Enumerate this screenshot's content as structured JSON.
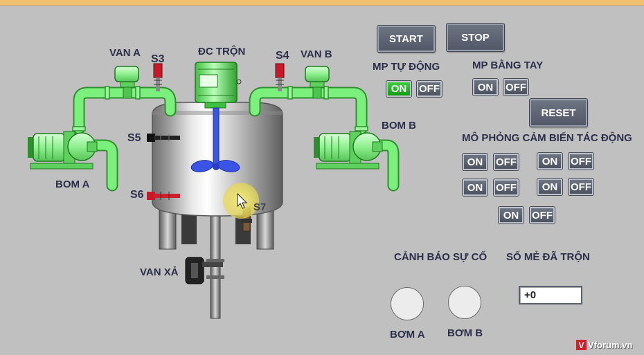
{
  "colors": {
    "background": "#c0c0c0",
    "button": "#5d6371",
    "pipe": "#7cf07c",
    "active_on": "#22b422",
    "agitator": "#3a54e6"
  },
  "equipment_labels": {
    "van_a": "VAN A",
    "s3": "S3",
    "dc_tron": "ĐC TRỘN",
    "s4": "S4",
    "van_b": "VAN B",
    "s5": "S5",
    "s6": "S6",
    "s7": "S7",
    "bom_a": "BOM A",
    "bom_b": "BOM B",
    "van_xa": "VAN XẢ"
  },
  "controls": {
    "start_label": "START",
    "stop_label": "STOP",
    "auto_mode": {
      "title": "MP TỰ ĐỘNG",
      "on_label": "ON",
      "off_label": "OFF",
      "state": "ON"
    },
    "manual_mode": {
      "title": "MP BẰNG TAY",
      "on_label": "ON",
      "off_label": "OFF"
    },
    "reset_label": "RESET"
  },
  "sensor_sim": {
    "title": "MÔ PHỎNG CẢM BIẾN TÁC ĐỘNG",
    "pairs": [
      {
        "on": "ON",
        "off": "OFF"
      },
      {
        "on": "ON",
        "off": "OFF"
      },
      {
        "on": "ON",
        "off": "OFF"
      },
      {
        "on": "ON",
        "off": "OFF"
      },
      {
        "on": "ON",
        "off": "OFF"
      }
    ]
  },
  "alarm": {
    "title": "CẢNH BÁO SỰ CỐ",
    "pump_a": "BƠM A",
    "pump_b": "BƠM B"
  },
  "batch_counter": {
    "title": "SỐ MẺ ĐÃ TRỘN",
    "value": "+0"
  },
  "watermark": {
    "icon_letter": "V",
    "text": "Vforum.vn"
  }
}
